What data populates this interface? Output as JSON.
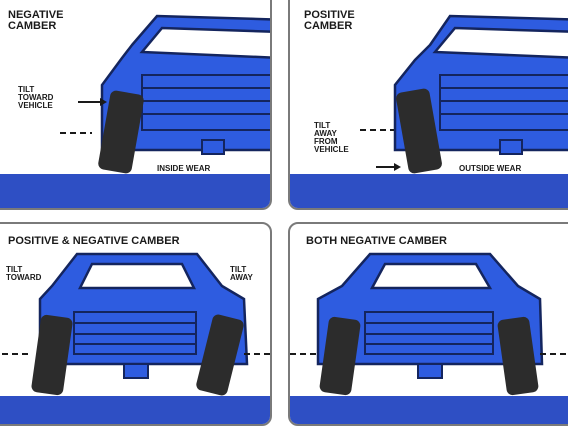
{
  "colors": {
    "body": "#2e5ce0",
    "body_dark": "#14255e",
    "tire": "#2c2c2c",
    "ground": "#2e4fc4",
    "panel_border": "#7a7a7a"
  },
  "panels": [
    {
      "title": "NEGATIVE\nCAMBER",
      "label": "TILT\nTOWARD\nVEHICLE",
      "wear_label": "INSIDE WEAR"
    },
    {
      "title": "POSITIVE\nCAMBER",
      "label": "TILT\nAWAY\nFROM\nVEHICLE",
      "wear_label": "OUTSIDE WEAR"
    },
    {
      "title": "POSITIVE & NEGATIVE CAMBER",
      "label_left": "TILT\nTOWARD",
      "label_right": "TILT\nAWAY"
    },
    {
      "title": "BOTH NEGATIVE CAMBER"
    }
  ]
}
